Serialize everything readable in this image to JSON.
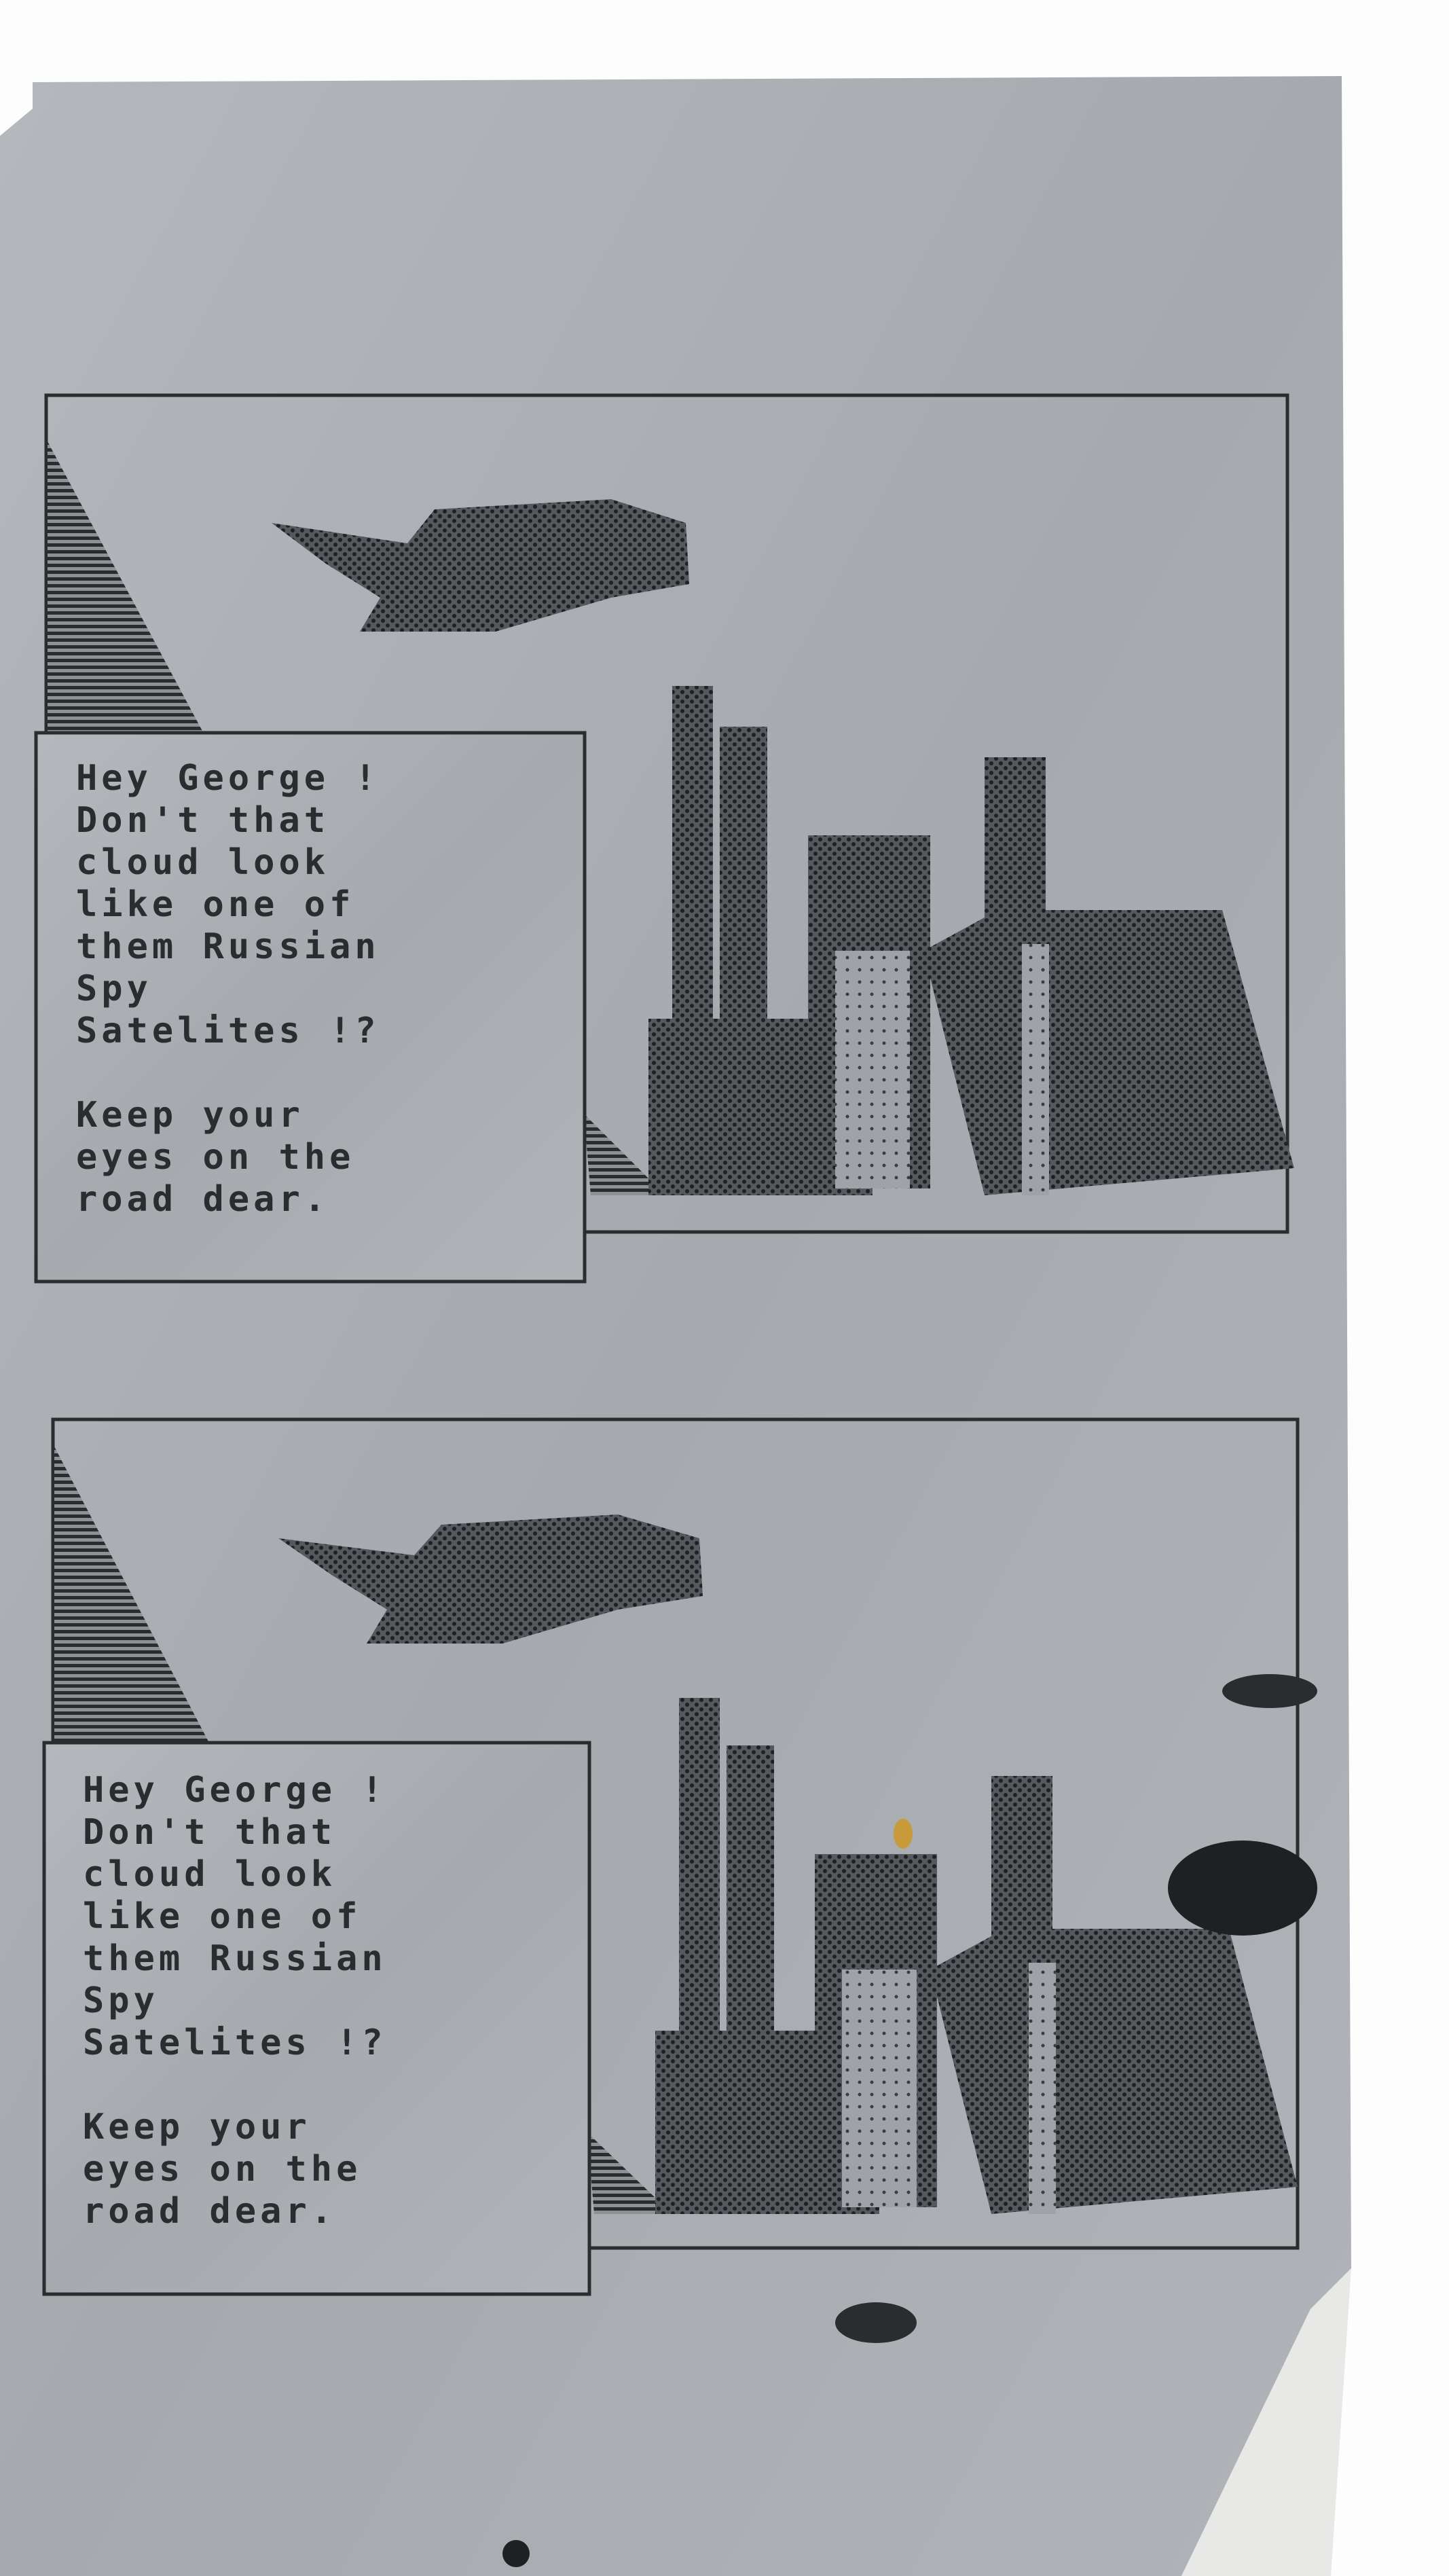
{
  "colors": {
    "paper": "#a9adb1",
    "ink": "#2a2c2e",
    "background": "#fdfdfd"
  },
  "panels": [
    {
      "lines": [
        "Hey George !",
        "Don't that",
        "cloud look",
        "like one of",
        "them Russian",
        "Spy",
        "Satelites !?",
        "",
        "Keep your",
        "eyes on the",
        "road dear."
      ]
    },
    {
      "lines": [
        "Hey George !",
        "Don't that",
        "cloud look",
        "like one of",
        "them Russian",
        "Spy",
        "Satelites !?",
        "",
        "Keep your",
        "eyes on the",
        "road dear."
      ]
    }
  ]
}
